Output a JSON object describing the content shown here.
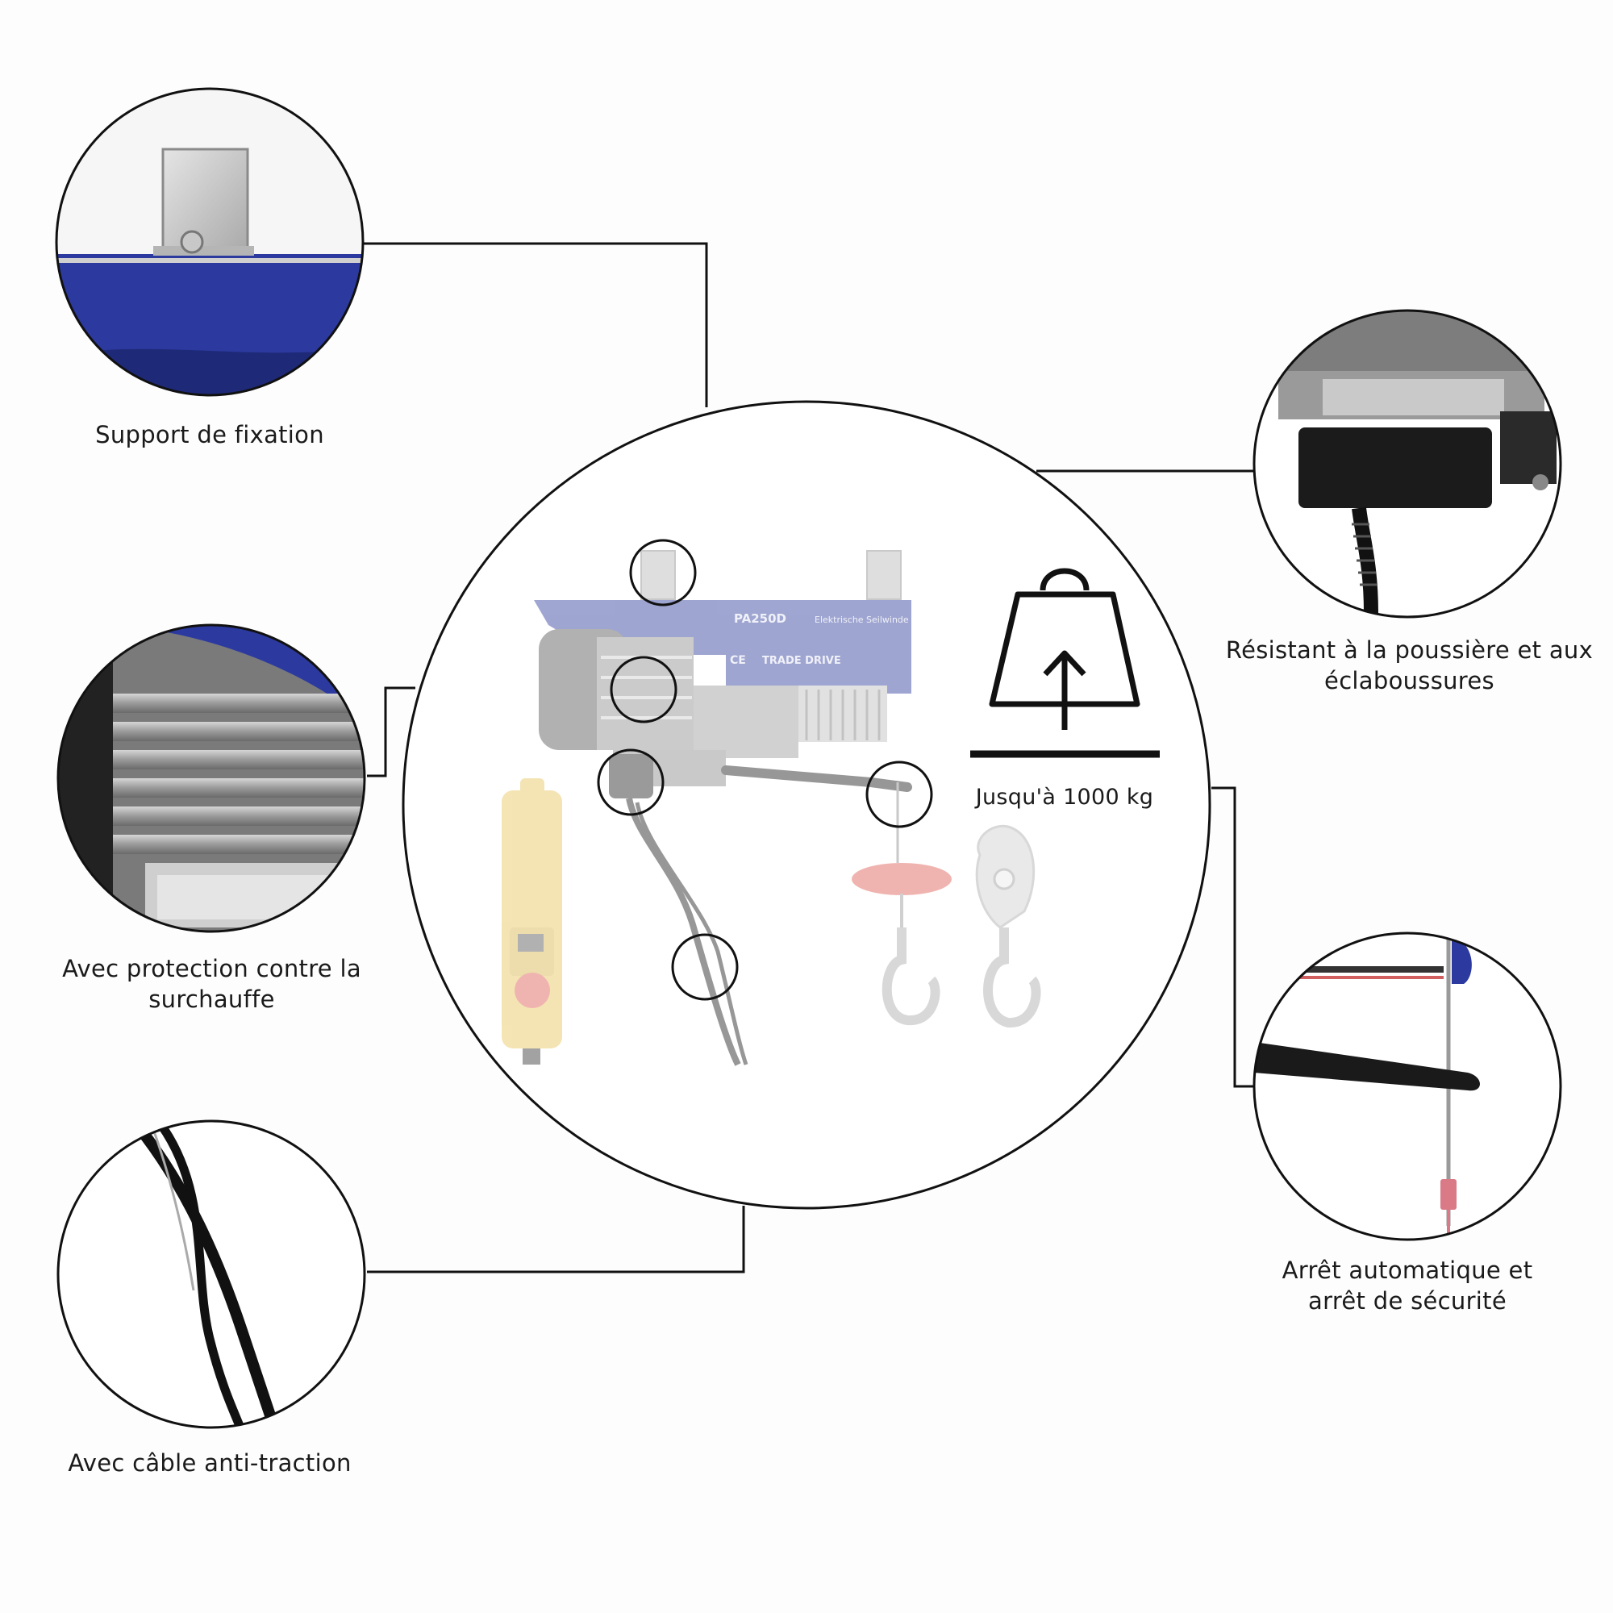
{
  "product": {
    "model": "PA250D",
    "plate_title": "Elektrische Seilwinde",
    "brand": "TRADE DRIVE",
    "marks": "CE"
  },
  "capacity": {
    "label": "Jusqu'à 1000 kg",
    "icon": "weight-icon"
  },
  "features": {
    "mounting": {
      "label": "Support de fixation",
      "icon": "mounting-bracket"
    },
    "overheat": {
      "line1": "Avec protection contre la",
      "line2": "surchauffe",
      "icon": "motor-cooling-fins"
    },
    "cable": {
      "label": "Avec câble anti-traction",
      "icon": "strain-relief-cable"
    },
    "dust": {
      "line1": "Résistant à la poussière et aux",
      "line2": "éclaboussures",
      "icon": "sealed-switch-box"
    },
    "stop": {
      "line1": "Arrêt automatique et",
      "line2": "arrêt de sécurité",
      "icon": "limit-switch-lever"
    }
  },
  "colors": {
    "housing_blue": "#2b3a9a",
    "pendant_yellow": "#e8c55a",
    "stop_red": "#e05a52",
    "line": "#111111"
  }
}
